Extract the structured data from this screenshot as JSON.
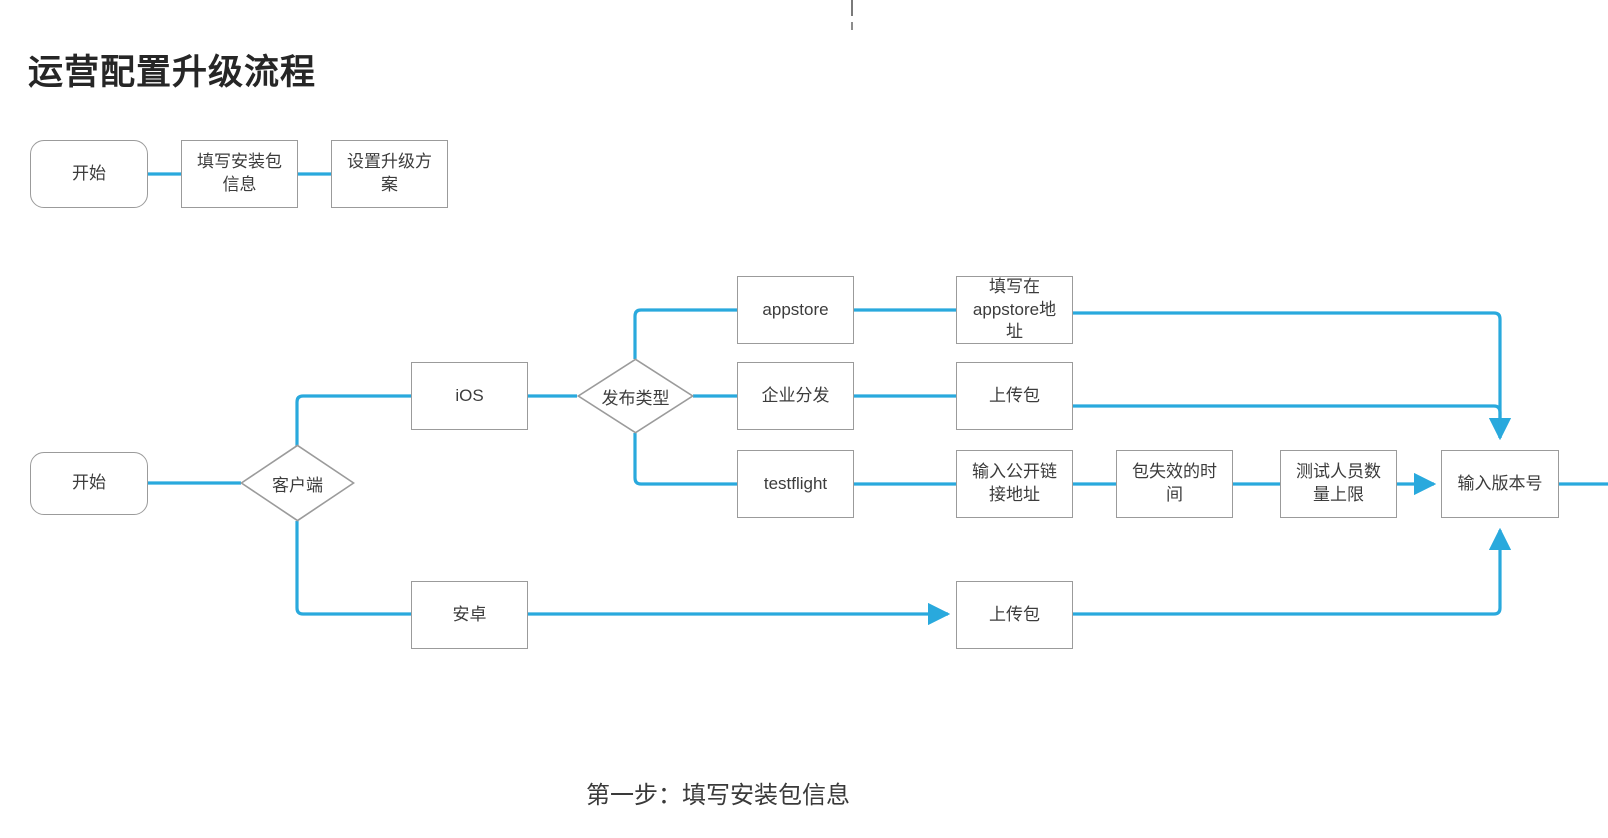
{
  "page": {
    "title": "运营配置升级流程",
    "caption": "第一步：填写安装包信息",
    "accent_color": "#29a9dd",
    "node_border_color": "#9b9b9b",
    "text_color": "#3c3c3c",
    "title_color": "#262626",
    "background": "#ffffff"
  },
  "top_flow": {
    "name": "top-level-flow",
    "nodes": [
      {
        "id": "top-start",
        "label": "开始",
        "shape": "rounded-rect"
      },
      {
        "id": "top-fill",
        "label": "填写安装包信息",
        "shape": "rect"
      },
      {
        "id": "top-upgrade",
        "label": "设置升级方案",
        "shape": "rect"
      }
    ],
    "edges": [
      {
        "from": "top-start",
        "to": "top-fill",
        "arrow": false
      },
      {
        "from": "top-fill",
        "to": "top-upgrade",
        "arrow": false
      }
    ]
  },
  "detail_flow": {
    "name": "install-package-detail-flow",
    "nodes": [
      {
        "id": "start",
        "label": "开始",
        "shape": "rounded-rect"
      },
      {
        "id": "client",
        "label": "客户端",
        "shape": "diamond"
      },
      {
        "id": "ios",
        "label": "iOS",
        "shape": "rect"
      },
      {
        "id": "android",
        "label": "安卓",
        "shape": "rect"
      },
      {
        "id": "release-type",
        "label": "发布类型",
        "shape": "diamond"
      },
      {
        "id": "appstore",
        "label": "appstore",
        "shape": "rect"
      },
      {
        "id": "enterprise",
        "label": "企业分发",
        "shape": "rect"
      },
      {
        "id": "testflight",
        "label": "testflight",
        "shape": "rect"
      },
      {
        "id": "appstore-addr",
        "label": "填写在appstore地址",
        "shape": "rect"
      },
      {
        "id": "upload-pkg-ios",
        "label": "上传包",
        "shape": "rect"
      },
      {
        "id": "public-link",
        "label": "输入公开链接地址",
        "shape": "rect"
      },
      {
        "id": "expire-time",
        "label": "包失效的时间",
        "shape": "rect"
      },
      {
        "id": "tester-limit",
        "label": "测试人员数量上限",
        "shape": "rect"
      },
      {
        "id": "version-no",
        "label": "输入版本号",
        "shape": "rect"
      },
      {
        "id": "upload-pkg-and",
        "label": "上传包",
        "shape": "rect"
      }
    ],
    "edges": [
      {
        "from": "start",
        "to": "client",
        "arrow": false
      },
      {
        "from": "client",
        "to": "ios",
        "arrow": false,
        "branch": "iOS"
      },
      {
        "from": "client",
        "to": "android",
        "arrow": false,
        "branch": "安卓"
      },
      {
        "from": "ios",
        "to": "release-type",
        "arrow": false
      },
      {
        "from": "release-type",
        "to": "appstore",
        "arrow": false
      },
      {
        "from": "release-type",
        "to": "enterprise",
        "arrow": false
      },
      {
        "from": "release-type",
        "to": "testflight",
        "arrow": false
      },
      {
        "from": "appstore",
        "to": "appstore-addr",
        "arrow": false
      },
      {
        "from": "enterprise",
        "to": "upload-pkg-ios",
        "arrow": false
      },
      {
        "from": "testflight",
        "to": "public-link",
        "arrow": false
      },
      {
        "from": "public-link",
        "to": "expire-time",
        "arrow": false
      },
      {
        "from": "expire-time",
        "to": "tester-limit",
        "arrow": false
      },
      {
        "from": "tester-limit",
        "to": "version-no",
        "arrow": true
      },
      {
        "from": "appstore-addr",
        "to": "version-no",
        "arrow": true
      },
      {
        "from": "upload-pkg-ios",
        "to": "version-no",
        "arrow": true
      },
      {
        "from": "android",
        "to": "upload-pkg-and",
        "arrow": true
      },
      {
        "from": "upload-pkg-and",
        "to": "version-no",
        "arrow": true
      },
      {
        "from": "version-no",
        "to": "offscreen-right",
        "arrow": false
      }
    ]
  }
}
